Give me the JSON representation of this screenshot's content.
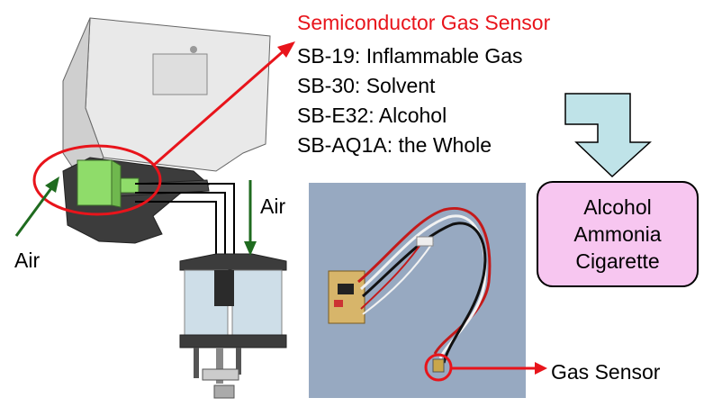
{
  "sensor": {
    "title": "Semiconductor Gas Sensor",
    "title_color": "#e8141b",
    "models": [
      "SB-19: Inflammable Gas",
      "SB-30: Solvent",
      "SB-E32: Alcohol",
      "SB-AQ1A: the Whole"
    ]
  },
  "labels": {
    "air_left": "Air",
    "air_right": "Air",
    "gas_sensor": "Gas Sensor"
  },
  "detects": {
    "items": [
      "Alcohol",
      "Ammonia",
      "Cigarette"
    ],
    "box_color": "#f7c6f0"
  },
  "colors": {
    "callout_red": "#e8141b",
    "air_arrow_green": "#1f6b1f",
    "flow_arrow_fill": "#bfe3e8",
    "sensor_module_green": "#8fdc6a"
  }
}
